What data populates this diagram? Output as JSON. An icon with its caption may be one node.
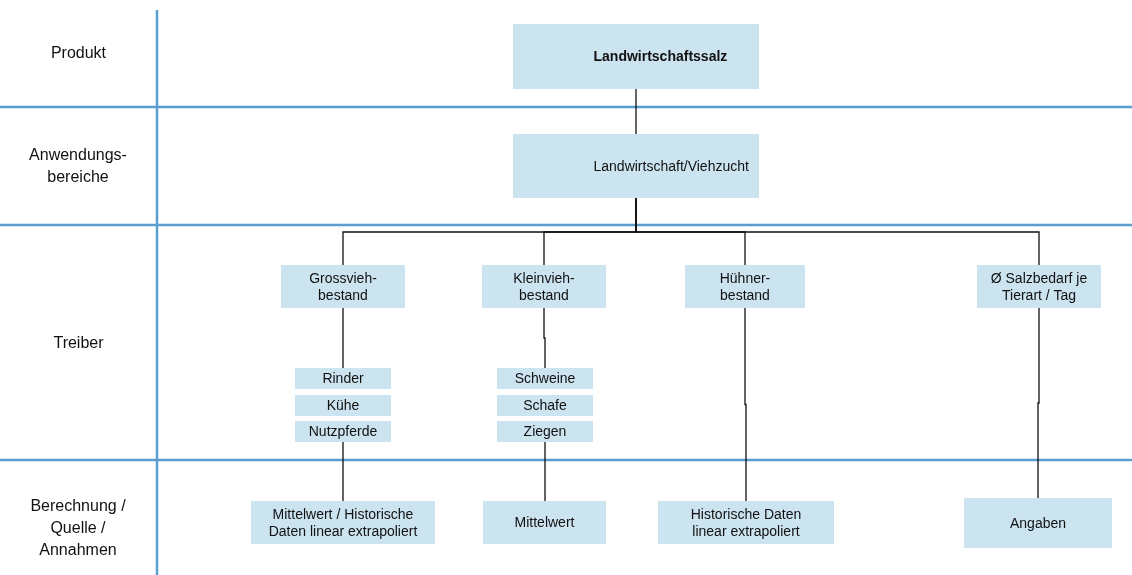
{
  "diagram": {
    "nodes": [
      {
        "text": [
          "Landwirtschaftssalz"
        ]
      },
      {
        "text": [
          "Landwirtschaft/Viehzucht"
        ]
      },
      {
        "text": [
          "Grossvieh- bestand"
        ]
      },
      {
        "text": [
          "Kleinvieh- bestand"
        ]
      },
      {
        "text": [
          "Hühner- bestand"
        ]
      },
      {
        "text": [
          "Ø Salzbedarf je Tierart / Tag"
        ]
      },
      {
        "text": [
          "Rinder"
        ]
      },
      {
        "text": [
          "Kühe"
        ]
      },
      {
        "text": [
          "Nutzpferde"
        ]
      },
      {
        "text": [
          "Schweine"
        ]
      },
      {
        "text": [
          "Schafe"
        ]
      },
      {
        "text": [
          "Ziegen"
        ]
      },
      {
        "text": [
          "Mittelwert / Historische Daten linear extrapoliert"
        ]
      },
      {
        "text": [
          "Mittelwert"
        ]
      },
      {
        "text": [
          "Historische Daten linear extrapoliert"
        ]
      },
      {
        "text": [
          "Angaben"
        ]
      }
    ],
    "edges": [
      {
        "from": 0,
        "to": 1,
        "arrow": "none"
      },
      {
        "from": 1,
        "to": 2,
        "arrow": "none"
      },
      {
        "from": 1,
        "to": 3,
        "arrow": "none"
      },
      {
        "from": 1,
        "to": 4,
        "arrow": "none"
      },
      {
        "from": 1,
        "to": 5,
        "arrow": "none"
      },
      {
        "from": 2,
        "to": 6,
        "arrow": "none"
      },
      {
        "from": 8,
        "to": 12,
        "arrow": "none"
      },
      {
        "from": 3,
        "to": 9,
        "arrow": "none"
      },
      {
        "from": 11,
        "to": 13,
        "arrow": "none"
      },
      {
        "from": 4,
        "to": 14,
        "arrow": "none"
      },
      {
        "from": 5,
        "to": 15,
        "arrow": "none"
      }
    ],
    "labels": [
      "Produkt",
      "Anwendungs- bereiche",
      "Treiber",
      "Berechnung / Quelle / Annahmen"
    ]
  }
}
